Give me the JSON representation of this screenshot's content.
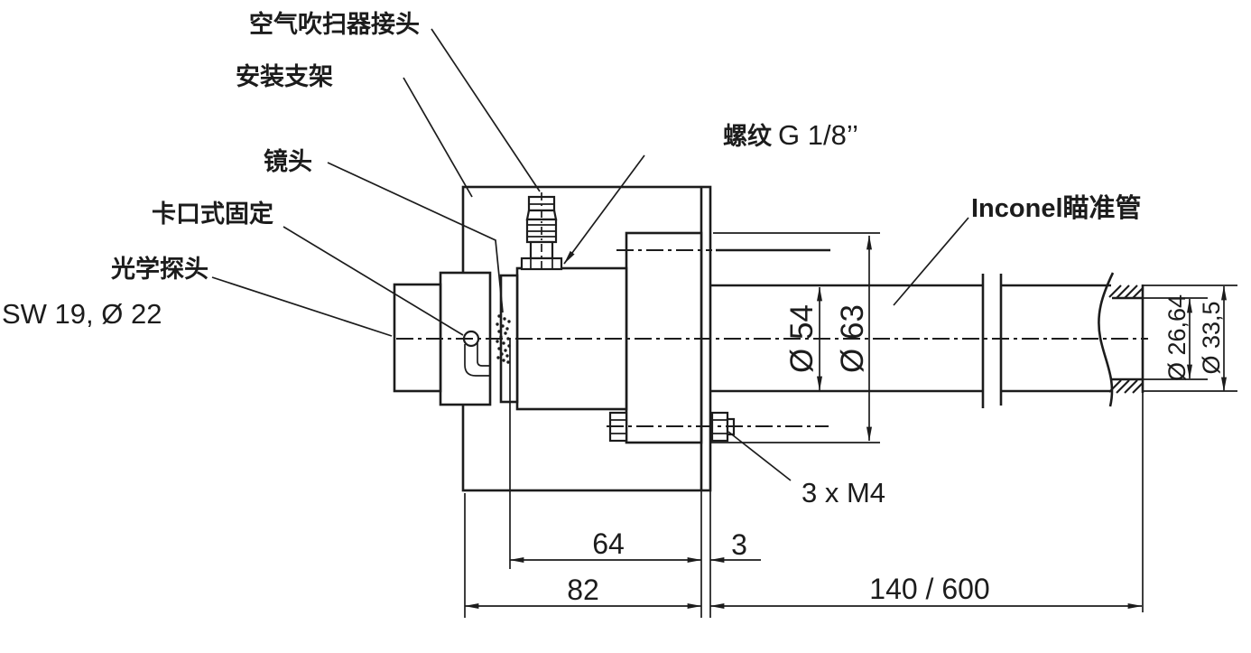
{
  "figure": {
    "background": "#ffffff",
    "line_color": "#1c1c1c",
    "callouts": {
      "air_purge": {
        "label": "空气吹扫器接头"
      },
      "mounting_bracket": {
        "label": "安装支架"
      },
      "lens": {
        "label": "镜头"
      },
      "bayonet_mount": {
        "label": "卡口式固定"
      },
      "optical_probe": {
        "label": "光学探头"
      },
      "probe_size": {
        "label": "SW 19, Ø 22"
      },
      "thread_prefix": {
        "label": "螺纹"
      },
      "thread_spec": {
        "label": "G 1/8’’"
      },
      "sighting_tube": {
        "label": "Inconel瞄准管"
      },
      "screws": {
        "label": "3 x M4"
      }
    },
    "dimensions": {
      "body_length": "64",
      "plate_thickness": "3",
      "assembly_length": "82",
      "tube_length": "140 / 600",
      "tube_outer_dia": "Ø 54",
      "flange_dia": "Ø 63",
      "tip_inner_dia": "Ø 26,64",
      "tip_outer_dia": "Ø 33,5"
    }
  }
}
